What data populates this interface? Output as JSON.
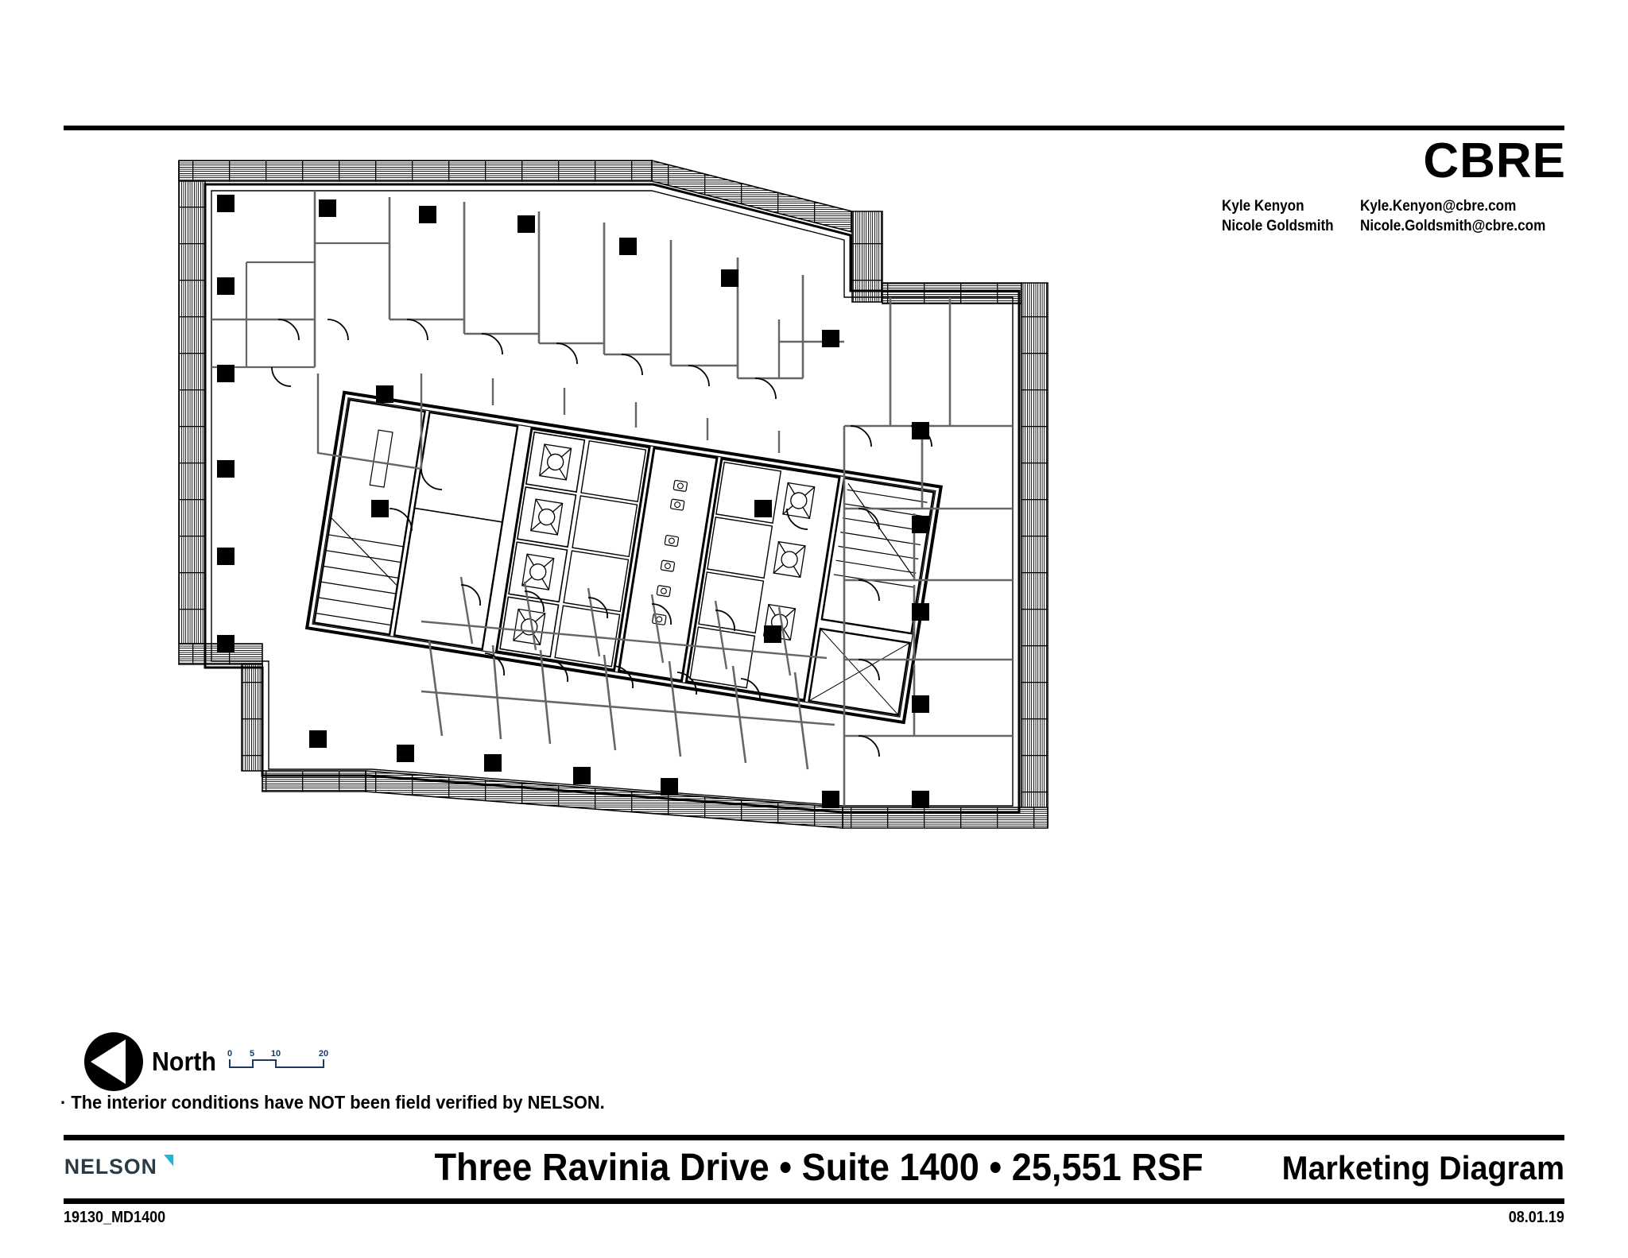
{
  "brand": {
    "cbre_logo_text": "CBRE",
    "cbre_red": "#000000",
    "nelson_logo_text": "NELSON",
    "nelson_navy": "#2a3b45",
    "nelson_accent": "#22b5d8"
  },
  "contacts": [
    {
      "name": "Kyle Kenyon",
      "email": "Kyle.Kenyon@cbre.com"
    },
    {
      "name": "Nicole Goldsmith",
      "email": "Nicole.Goldsmith@cbre.com"
    }
  ],
  "north": {
    "label": "North",
    "arrow_icon": "north-arrow-icon"
  },
  "scale": {
    "ticks": [
      "0",
      "5",
      "10",
      "20"
    ],
    "units": "feet"
  },
  "disclaimer": "· The interior conditions have NOT been field verified by NELSON.",
  "title_bar": {
    "property": "Three Ravinia Drive",
    "suite": "Suite 1400",
    "area": "25,551 RSF",
    "separator": "•",
    "full_title": "Three Ravinia Drive • Suite 1400 • 25,551 RSF",
    "diagram_type": "Marketing Diagram"
  },
  "footer": {
    "drawing_number": "19130_MD1400",
    "date": "08.01.19"
  },
  "floorplan": {
    "title": "Suite 1400 floor plan",
    "stroke_color": "#000000",
    "column_fill": "#000000",
    "partition_color": "#555555",
    "features": [
      "exterior-curtain-wall",
      "structural-columns",
      "perimeter-private-offices",
      "central-building-core",
      "elevator-lobby",
      "restrooms",
      "stairwells",
      "open-office-area",
      "door-swings"
    ]
  }
}
